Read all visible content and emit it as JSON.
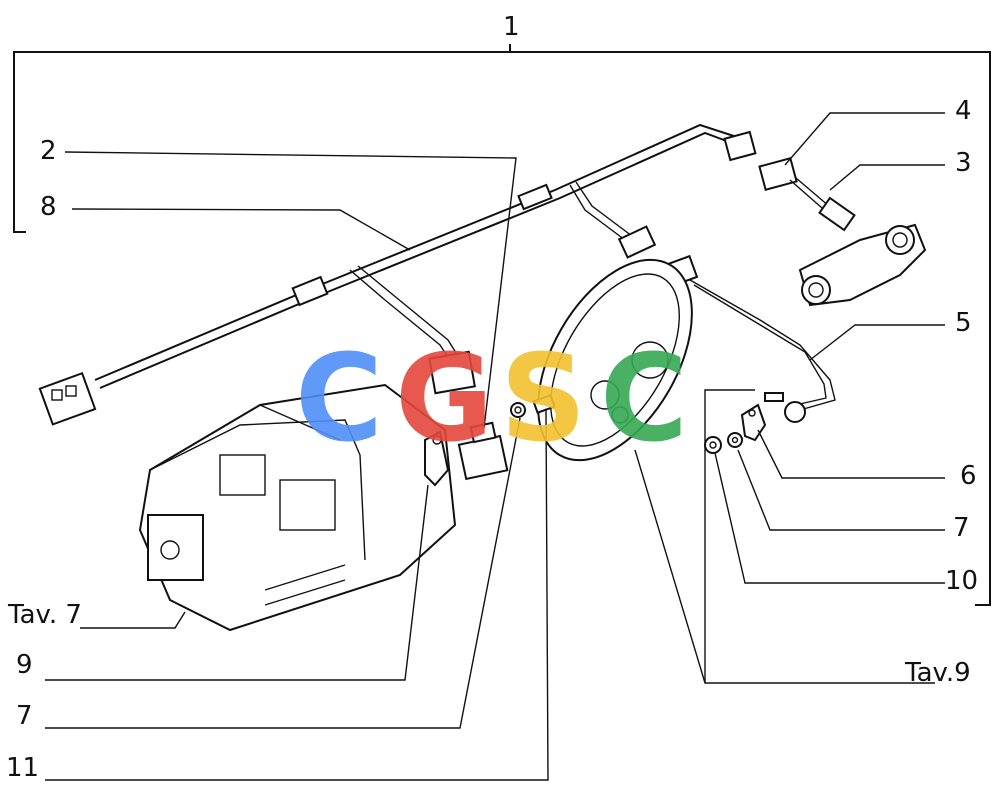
{
  "callouts": {
    "c1": "1",
    "c2": "2",
    "c3": "3",
    "c4": "4",
    "c5": "5",
    "c6": "6",
    "c7a": "7",
    "c7b": "7",
    "c8": "8",
    "c9": "9",
    "c10": "10",
    "c11": "11",
    "tav7": "Tav. 7",
    "tav9": "Tav.9"
  },
  "watermark": {
    "letters": [
      "C",
      "G",
      "S",
      "C"
    ],
    "colors": [
      "#4f8ff7",
      "#e5473c",
      "#f2c230",
      "#37a853"
    ]
  }
}
